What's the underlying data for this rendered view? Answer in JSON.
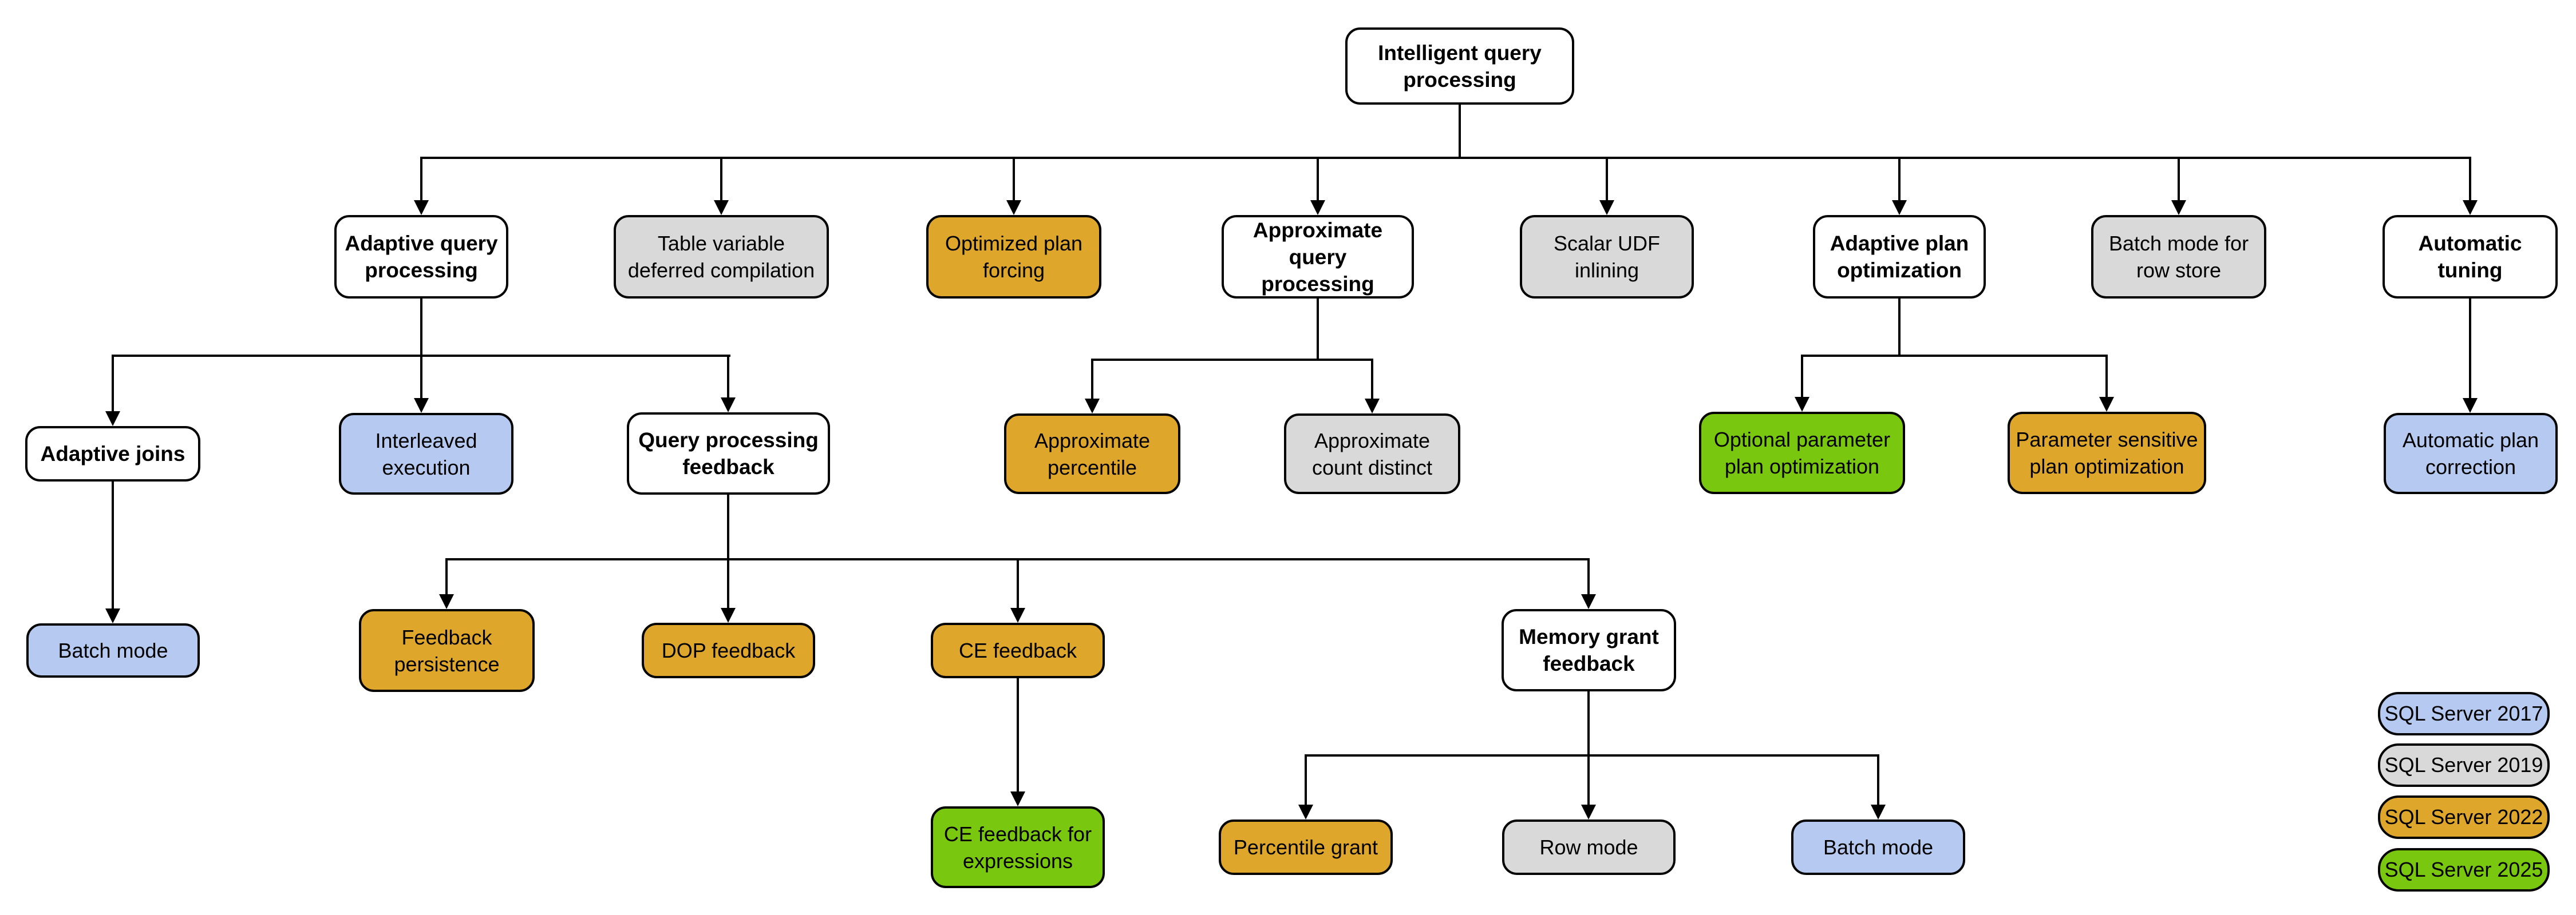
{
  "diagram": {
    "title": "Intelligent query processing",
    "nodes": {
      "root": "Intelligent query processing",
      "adaptive_query_processing": "Adaptive query processing",
      "table_variable_deferred_compilation": "Table variable deferred compilation",
      "optimized_plan_forcing": "Optimized plan forcing",
      "approximate_query_processing": "Approximate query processing",
      "scalar_udf_inlining": "Scalar UDF inlining",
      "adaptive_plan_optimization": "Adaptive plan optimization",
      "batch_mode_row_store": "Batch mode for row store",
      "automatic_tuning": "Automatic tuning",
      "adaptive_joins": "Adaptive joins",
      "interleaved_execution": "Interleaved execution",
      "query_processing_feedback": "Query processing feedback",
      "approximate_percentile": "Approximate percentile",
      "approximate_count_distinct": "Approximate count distinct",
      "optional_parameter_plan_optimization": "Optional parameter plan optimization",
      "parameter_sensitive_plan_optimization": "Parameter sensitive plan optimization",
      "automatic_plan_correction": "Automatic plan correction",
      "batch_mode_adaptive_joins": "Batch mode",
      "feedback_persistence": "Feedback persistence",
      "dop_feedback": "DOP feedback",
      "ce_feedback": "CE feedback",
      "memory_grant_feedback": "Memory grant feedback",
      "ce_feedback_for_expressions": "CE feedback for expressions",
      "percentile_grant": "Percentile grant",
      "row_mode": "Row mode",
      "batch_mode_memory_grant": "Batch mode"
    },
    "legend": {
      "items": [
        {
          "label": "SQL Server 2017",
          "color": "#B5C9F1"
        },
        {
          "label": "SQL Server 2019",
          "color": "#D9D9D9"
        },
        {
          "label": "SQL Server 2022",
          "color": "#DFA62C"
        },
        {
          "label": "SQL Server 2025",
          "color": "#7AC70F"
        }
      ]
    }
  }
}
